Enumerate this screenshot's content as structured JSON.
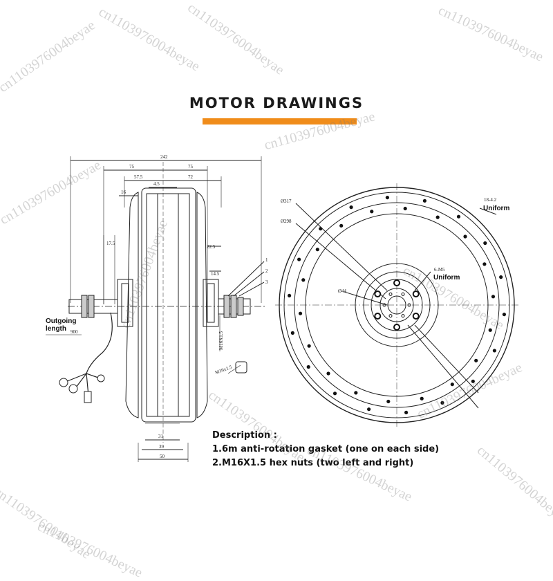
{
  "title": "MOTOR DRAWINGS",
  "accent_color": "#f08c1a",
  "labels": {
    "outgoing": "Outgoing\nlength",
    "uniform_outer": "Uniform",
    "uniform_inner": "Uniform"
  },
  "dimensions": {
    "side": [
      "242",
      "75",
      "75",
      "57.5",
      "72",
      "16",
      "4.5",
      "17.5",
      "22.5",
      "14.5",
      "31",
      "39",
      "50",
      "900",
      "M16X1.5",
      "M16x1.5"
    ],
    "front": [
      "Ø317",
      "Ø298",
      "Ø44",
      "18-4.2",
      "6-M5"
    ],
    "callouts": [
      "1",
      "2",
      "3"
    ]
  },
  "description": {
    "heading": "Description :",
    "lines": [
      "1.6m anti-rotation gasket (one on each side)",
      "2.M16X1.5 hex nuts (two left and right)"
    ]
  },
  "watermark": "cn1103976004beyae"
}
